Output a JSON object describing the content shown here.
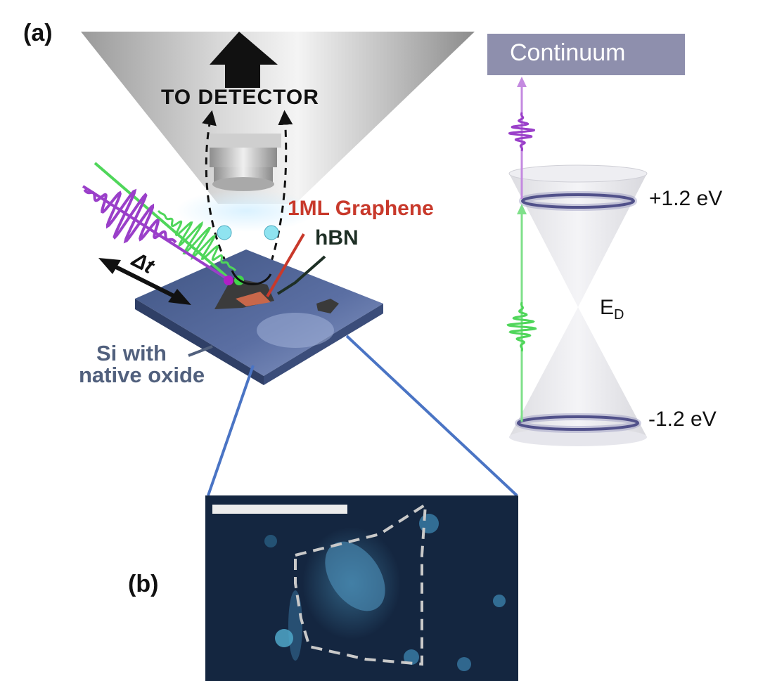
{
  "panel_a": {
    "label": "(a)",
    "detector_label": "TO DETECTOR",
    "graphene_label": "1ML Graphene",
    "hbn_label": "hBN",
    "si_label_line1": "Si with",
    "si_label_line2": "native oxide",
    "delay_label": "Δt"
  },
  "band_diagram": {
    "continuum_label": "Continuum",
    "upper_level": "+1.2 eV",
    "lower_level": "-1.2 eV",
    "dirac_label": "E",
    "dirac_subscript": "D"
  },
  "panel_b": {
    "label": "(b)"
  },
  "colors": {
    "pump_green": "#4fd65a",
    "probe_purple": "#9a3fc9",
    "graphene_red": "#c8392b",
    "substrate_blue": "#4b5f8e",
    "zoom_line_blue": "#4a74c4",
    "continuum_box": "#8e8fad"
  }
}
